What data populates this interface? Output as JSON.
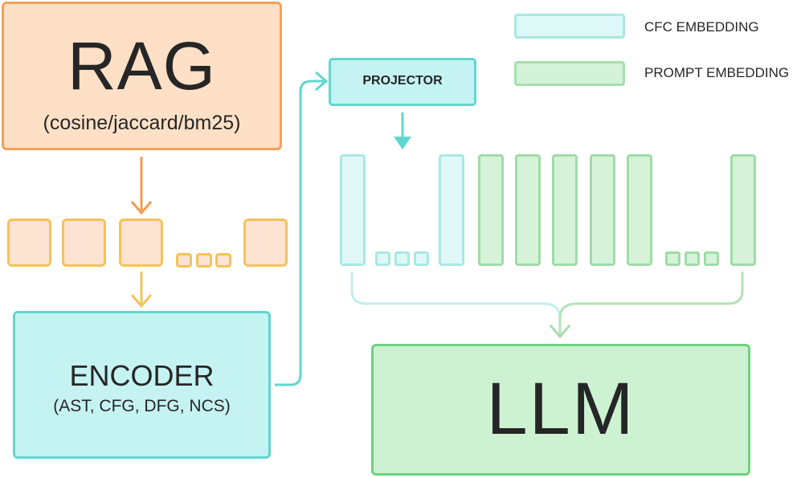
{
  "rag": {
    "title": "RAG",
    "subtitle": "(cosine/jaccard/bm25)"
  },
  "encoder": {
    "title": "ENCODER",
    "subtitle": "(AST, CFG, DFG, NCS)"
  },
  "projector": {
    "label": "PROJECTOR"
  },
  "legend": {
    "cfc": "CFC EMBEDDING",
    "prompt": "PROMPT EMBEDDING"
  },
  "llm": {
    "title": "LLM"
  },
  "colors": {
    "rag_fill": "#fde0c5",
    "rag_border": "#f3a25c",
    "chunk_border": "#f3c35a",
    "encoder_fill": "#c4f3f2",
    "encoder_border": "#5fd7cf",
    "cfc_fill": "#e0f8f7",
    "cfc_border": "#a9e8e3",
    "prompt_fill": "#d6f3d9",
    "prompt_border": "#9fdca6",
    "llm_fill": "#cdf2d1",
    "llm_border": "#6fd17f"
  }
}
